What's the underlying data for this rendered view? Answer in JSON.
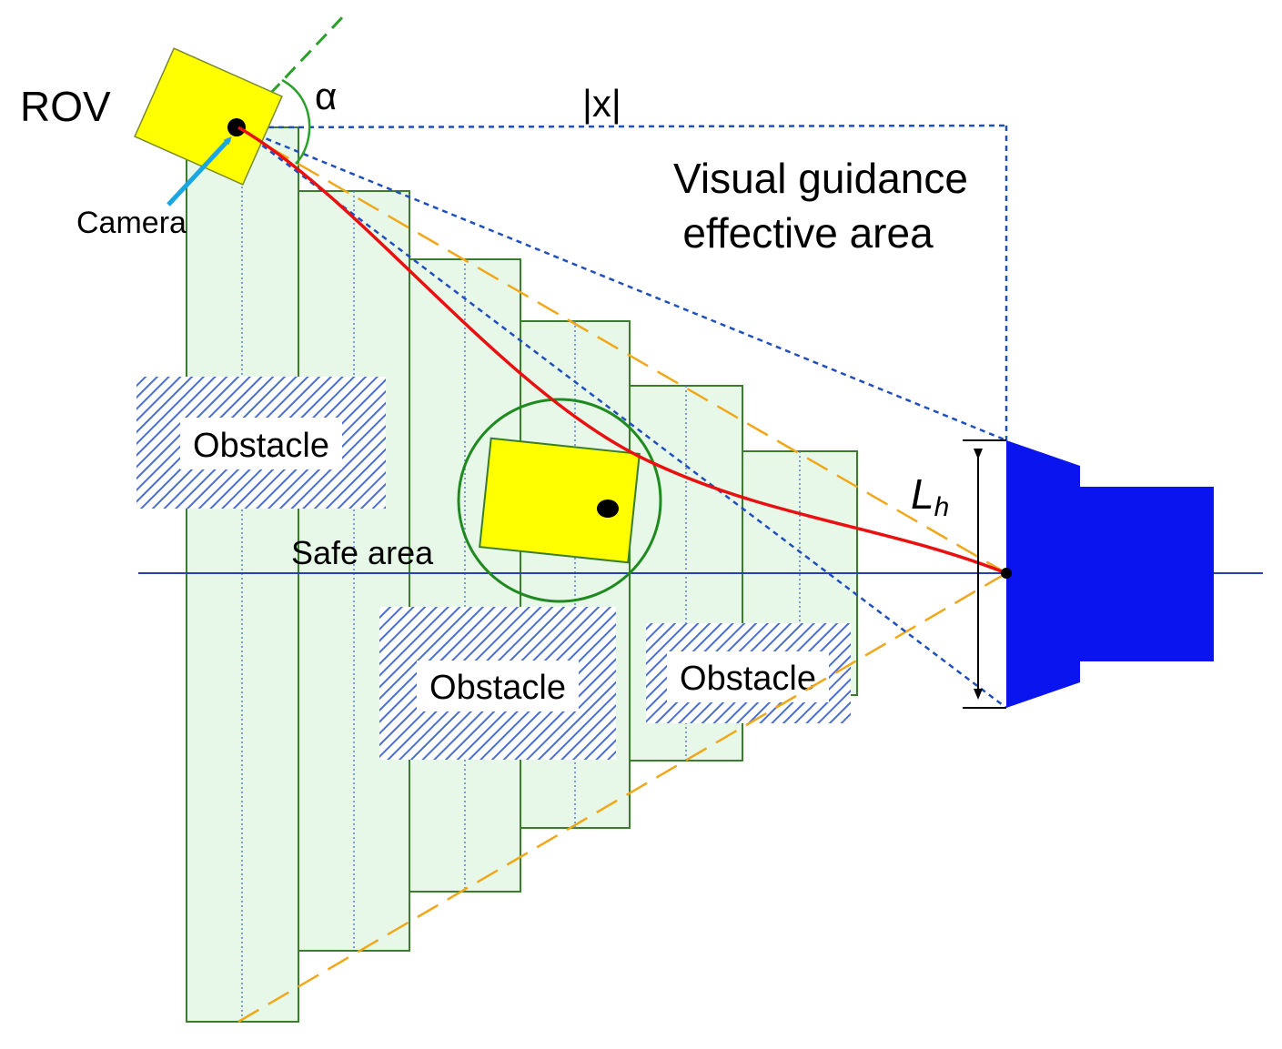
{
  "labels": {
    "rov": "ROV",
    "alpha": "α",
    "abs_x": "|x|",
    "camera": "Camera",
    "visual_area_line1": "Visual guidance",
    "visual_area_line2": "effective area",
    "obstacle_left": "Obstacle",
    "obstacle_middle": "Obstacle",
    "obstacle_right": "Obstacle",
    "safe_area": "Safe area",
    "lh_main": "L",
    "lh_sub": "h"
  },
  "colors": {
    "rov_fill": "#ffff00",
    "region_fill": "#e8f8e8",
    "region_stroke": "#3a7d2a",
    "guide_blue": "#1f4fbf",
    "field_orange": "#f0a81a",
    "trajectory_red": "#e81010",
    "dock_blue": "#0a14ee",
    "heading_green": "#2aa02a",
    "camera_arrow": "#1aa6e0",
    "hatch_blue": "#4a6fd0"
  }
}
